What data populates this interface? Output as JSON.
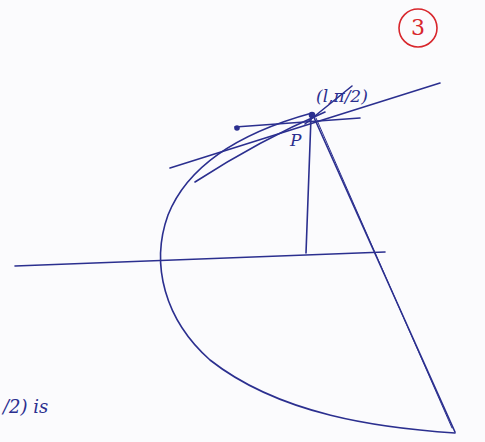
{
  "diagram": {
    "labels": [
      "3",
      "(l,π/2)",
      "P",
      "/2) is"
    ]
  }
}
